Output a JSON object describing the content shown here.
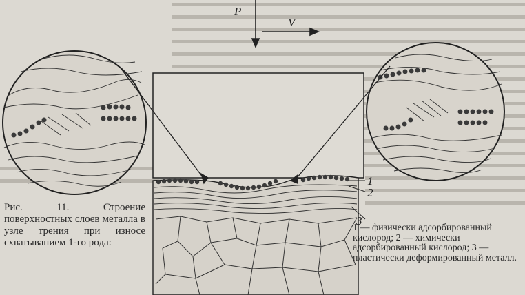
{
  "figure": {
    "force_label": "P",
    "velocity_label": "V",
    "layer_labels": [
      "1",
      "2",
      "3"
    ]
  },
  "caption": {
    "text": "Рис. 11. Строение поверхностных слоев металла в узле трения при износе схватыванием 1-го рода:"
  },
  "legend": {
    "text": "1 — физически адсорбированный кислород; 2 — химически адсорбированный кислород; 3 — пластически деформированный металл."
  },
  "colors": {
    "paper": "#dcd9d2",
    "ink": "#222222"
  }
}
